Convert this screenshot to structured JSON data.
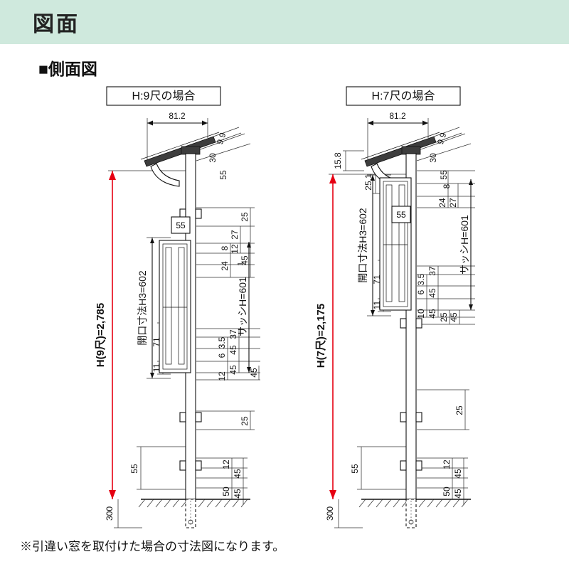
{
  "page": {
    "banner_title": "図面",
    "section_title": "■側面図",
    "footnote": "※引違い窓を取付けた場合の寸法図になります。"
  },
  "colors": {
    "banner_bg": "#cfe9dd",
    "dim_red": "#e60012"
  },
  "d1": {
    "case_label": "H:9尺の場合",
    "h_label": "H(9尺)=2,785",
    "opening_label": "開口寸法H3=602",
    "sash_label": "サッシH=601",
    "top_width": "81.2",
    "eave": "9.9",
    "roof_30": "30",
    "roof_55": "55",
    "d25_top": "25",
    "d27": "27",
    "d12_top": "12",
    "d8": "8",
    "d24": "24",
    "d1s": "1",
    "d45_top": "45",
    "box_55": "55",
    "d71": "71",
    "d11": "11",
    "d3_5": "3.5",
    "d6": "6",
    "d12_mid": "12",
    "d37": "37",
    "d45_mid1": "45",
    "d45_mid2": "45",
    "d45_mid3": "45",
    "d25_low": "25",
    "btm_55": "55",
    "d12_btm": "12",
    "d50": "50",
    "d45_btm1": "45",
    "d45_btm2": "45",
    "ground_300": "300"
  },
  "d2": {
    "case_label": "H:7尺の場合",
    "h_label": "H(7尺)=2,175",
    "opening_label": "開口寸法H3=602",
    "sash_label": "サッシH=601",
    "top_width": "81.2",
    "eave": "9.9",
    "d15_8": "15.8",
    "d25_1": "25.1",
    "roof_30": "30",
    "roof_55": "55",
    "d8": "8",
    "d24": "24",
    "d27": "27",
    "box_55": "55",
    "d71": "71",
    "d11": "11",
    "d3_5": "3.5",
    "d6": "6",
    "d10": "10",
    "d37": "37",
    "d45_mid1": "45",
    "d45_mid2": "45",
    "d25_mid": "25",
    "d45_mid3": "45",
    "d25_low": "25",
    "btm_55": "55",
    "d12_btm": "12",
    "d50": "50",
    "d45_btm1": "45",
    "d45_btm2": "45",
    "ground_300": "300"
  }
}
